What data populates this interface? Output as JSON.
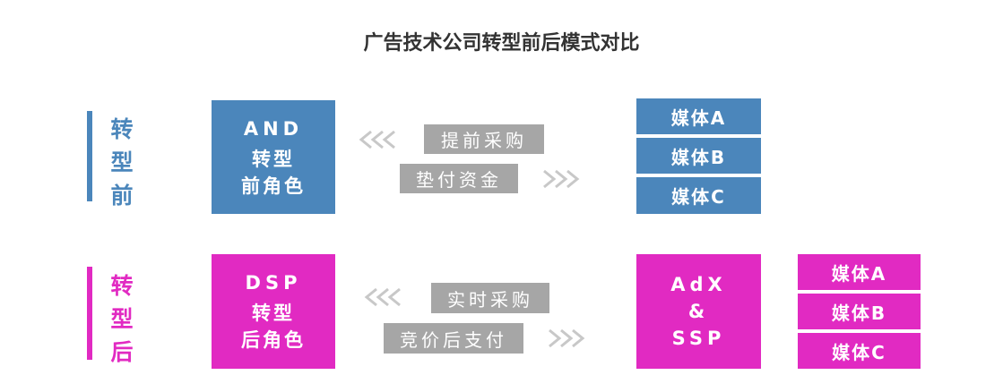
{
  "title": "广告技术公司转型前后模式对比",
  "before": {
    "side_label": [
      "转",
      "型",
      "前"
    ],
    "role_box": {
      "line1": "AND",
      "line2": "转型",
      "line3": "前角色"
    },
    "flow_top": "提前采购",
    "flow_bottom": "垫付资金",
    "media": [
      "媒体A",
      "媒体B",
      "媒体C"
    ]
  },
  "after": {
    "side_label": [
      "转",
      "型",
      "后"
    ],
    "role_box": {
      "line1": "DSP",
      "line2": "转型",
      "line3": "后角色"
    },
    "flow_top": "实时采购",
    "flow_bottom": "竞价后支付",
    "exchange_box": {
      "line1": "AdX",
      "line2": "&",
      "line3": "SSP"
    },
    "media": [
      "媒体A",
      "媒体B",
      "媒体C"
    ]
  },
  "colors": {
    "before_accent": "#4b86bb",
    "after_accent": "#e12ac2",
    "flow_label_bg": "#a6a6a6",
    "arrow": "#c8c8c8"
  },
  "icons": {
    "left_arrows": "triple-chevron-left-icon",
    "right_arrows": "triple-chevron-right-icon"
  }
}
